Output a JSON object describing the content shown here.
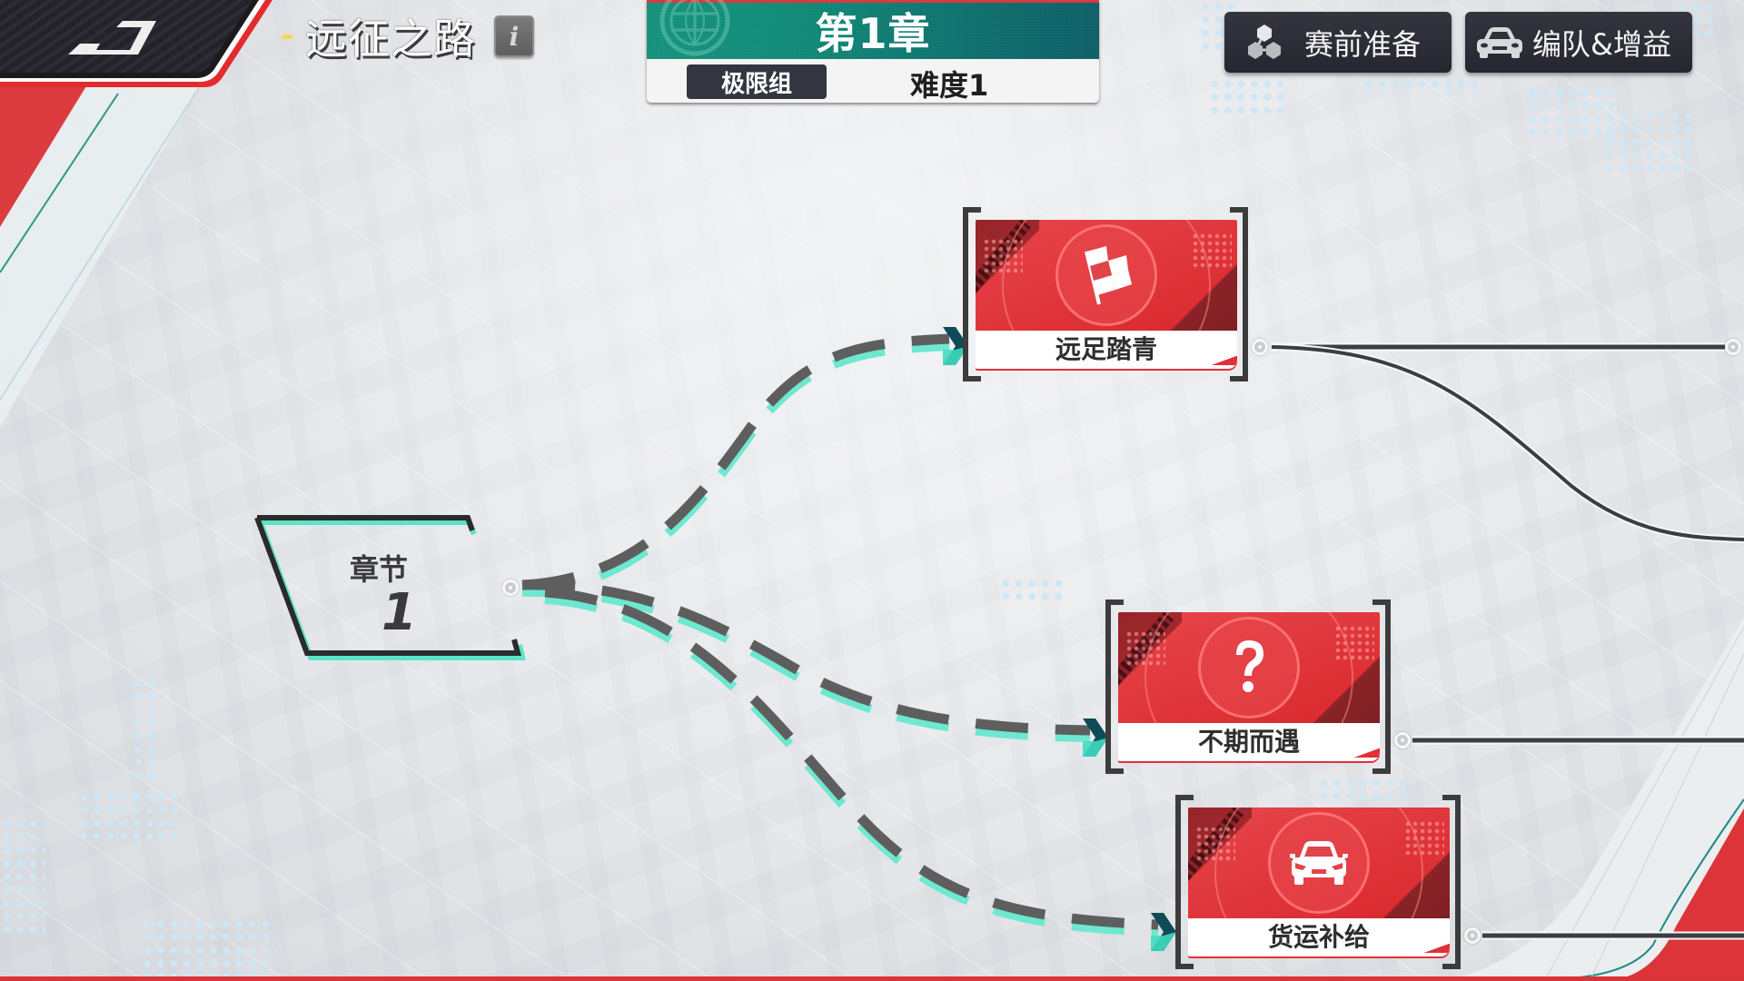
{
  "header": {
    "back_button": "back",
    "title": "远征之路",
    "info_icon_glyph": "i"
  },
  "chapter_header": {
    "title": "第1章",
    "group_badge": "极限组",
    "difficulty": "难度1"
  },
  "top_buttons": [
    {
      "id": "prep",
      "label": "赛前准备",
      "icon": "molecule-icon"
    },
    {
      "id": "team",
      "label": "编队&增益",
      "icon": "car-icon"
    }
  ],
  "chapter_node": {
    "label": "章节",
    "number": "1"
  },
  "stages": [
    {
      "label": "远足踏青",
      "icon": "checkered-flag-icon"
    },
    {
      "label": "不期而遇",
      "icon": "question-mark-icon"
    },
    {
      "label": "货运补给",
      "icon": "car-front-icon"
    }
  ],
  "colors": {
    "accent_teal": "#6ee8d0",
    "path_gray": "#5e5e5e",
    "card_red": "#e13a3f",
    "header_teal": "#0e8a77",
    "button_dark": "#2c2d37",
    "strip_red": "#d8343a"
  }
}
